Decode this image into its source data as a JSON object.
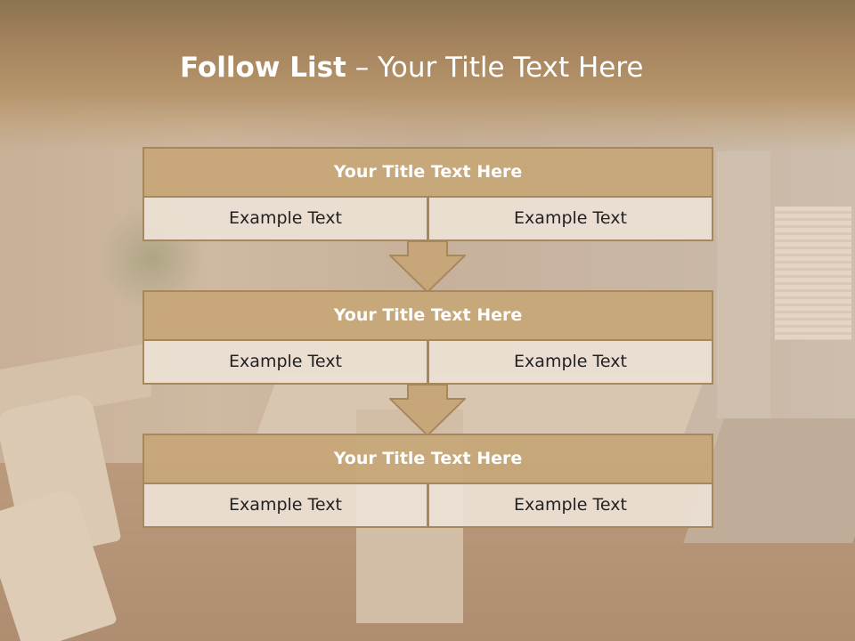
{
  "slide": {
    "title_bold": "Follow List",
    "title_sep": " – ",
    "title_sub": "Your Title Text Here"
  },
  "steps": [
    {
      "title": "Your Title Text Here",
      "left": "Example Text",
      "right": "Example Text"
    },
    {
      "title": "Your Title Text Here",
      "left": "Example Text",
      "right": "Example Text"
    },
    {
      "title": "Your Title Text Here",
      "left": "Example Text",
      "right": "Example Text"
    }
  ],
  "colors": {
    "header_band": "#a5845e",
    "box_title_fill": "#c7a779",
    "box_cell_fill": "#ece0d4",
    "border": "#a7885d",
    "arrow_fill": "#c7a779"
  }
}
